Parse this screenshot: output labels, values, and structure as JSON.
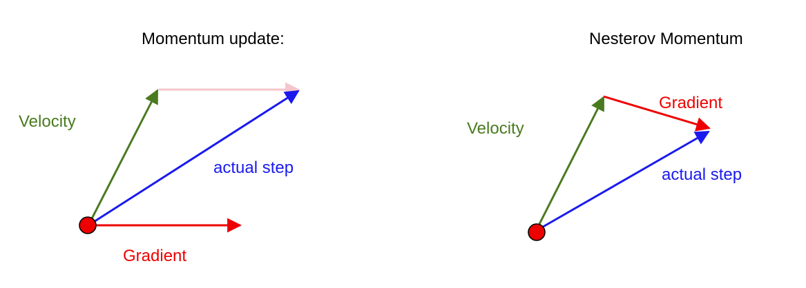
{
  "colors": {
    "velocity": "#4a7a1f",
    "gradient": "#ee0000",
    "actual_step": "#1a1aee",
    "guide": "#f4c6cc",
    "point_fill": "#ee0000",
    "point_stroke": "#000000",
    "title": "#000000"
  },
  "diagrams": [
    {
      "title": "Momentum update:",
      "labels": {
        "velocity": "Velocity",
        "actual_step": "actual step",
        "gradient": "Gradient"
      }
    },
    {
      "title": "Nesterov Momentum",
      "labels": {
        "velocity": "Velocity",
        "gradient": "Gradient",
        "actual_step": "actual step"
      }
    }
  ]
}
